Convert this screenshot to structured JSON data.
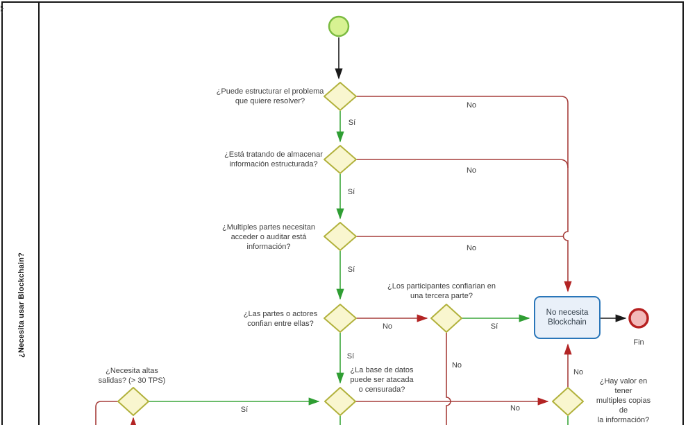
{
  "diagram": {
    "lane_title": "¿Necesita usar Blockchain?",
    "nodes": {
      "start_event": {
        "type": "start-event"
      },
      "q_structure": {
        "label": "¿Puede estructurar el problema\nque quiere resolver?"
      },
      "q_store_info": {
        "label": "¿Está tratando de almacenar\ninformación estructurada?"
      },
      "q_multi_access": {
        "label": "¿Multiples partes necesitan\nacceder o auditar está\ninformación?"
      },
      "q_parties_trust": {
        "label": "¿Las partes o actores\nconfian entre ellas?"
      },
      "q_third_party": {
        "label": "¿Los participantes confiarian en\nuna tercera parte?"
      },
      "q_high_throughput": {
        "label": "¿Necesita altas\nsalidas? (> 30 TPS)"
      },
      "q_db_attack": {
        "label": "¿La base de datos\npuede ser atacada\no censurada?"
      },
      "q_multiple_copies": {
        "label": "¿Hay valor en tener\nmultiples copias de\nla información?"
      },
      "task_no_blockchain": {
        "label": "No necesita\nBlockchain"
      },
      "end_event": {
        "label": "Fin"
      }
    },
    "edge_labels": {
      "si_1": "Sí",
      "si_2": "Sí",
      "si_3": "Sí",
      "si_4": "Sí",
      "si_5": "Sí",
      "si_6": "Sí",
      "no_1": "No",
      "no_2": "No",
      "no_3": "No",
      "no_4": "No",
      "no_5": "No",
      "no_6": "No",
      "no_7": "No"
    },
    "colors": {
      "yes_path": "#3aa63a",
      "no_path": "#a63d3a",
      "gateway_fill": "#f9f6cf",
      "gateway_stroke": "#b1b13b",
      "start_fill": "#d7f292",
      "start_stroke": "#7bbb41",
      "end_fill": "#f2b9b9",
      "end_stroke": "#b62020",
      "task_fill": "#e9f0f9",
      "task_stroke": "#2a76b9"
    }
  }
}
